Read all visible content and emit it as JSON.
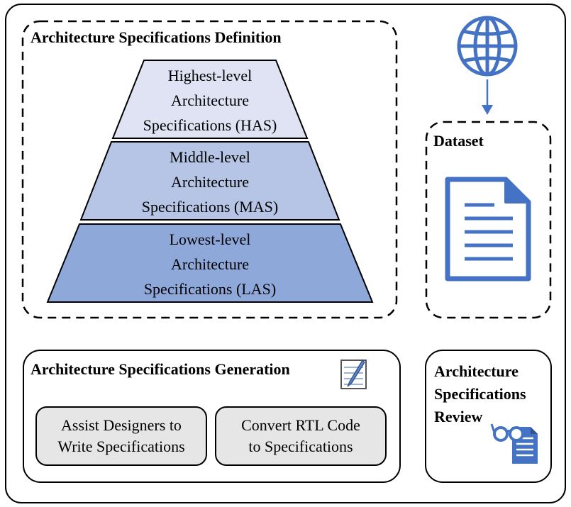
{
  "definition": {
    "title": "Architecture Specifications Definition",
    "tiers": [
      {
        "lines": [
          "Highest-level",
          "Architecture",
          "Specifications (HAS)"
        ],
        "color": "#dfe3f3"
      },
      {
        "lines": [
          "Middle-level",
          "Architecture",
          "Specifications (MAS)"
        ],
        "color": "#b6c5e6"
      },
      {
        "lines": [
          "Lowest-level",
          "Architecture",
          "Specifications (LAS)"
        ],
        "color": "#8ea8da"
      }
    ]
  },
  "dataset": {
    "title": "Dataset",
    "icon": "document-icon",
    "source_icon": "globe-icon",
    "accent": "#4472c4"
  },
  "generation": {
    "title": "Architecture Specifications Generation",
    "icon": "pen-notepad-icon",
    "items": [
      "Assist Designers to\nWrite Specifications",
      "Convert RTL Code\nto Specifications"
    ]
  },
  "review": {
    "title_lines": [
      "Architecture",
      "Specifications",
      "Review"
    ],
    "icon": "glasses-document-icon"
  }
}
